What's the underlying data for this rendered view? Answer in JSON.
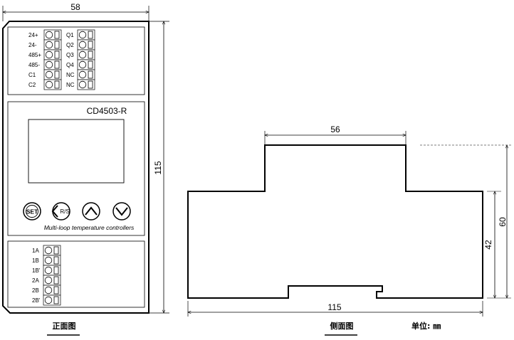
{
  "front_view": {
    "dim_width": "58",
    "dim_height": "115",
    "top_terminals": {
      "left_labels": [
        "24+",
        "24-",
        "485+",
        "485-",
        "C1",
        "C2"
      ],
      "right_labels": [
        "Q1",
        "Q2",
        "Q3",
        "Q4",
        "NC",
        "NC"
      ]
    },
    "model": "CD4503-R",
    "buttons": {
      "set": "SET",
      "rs": "R/S"
    },
    "subtitle": "Multi-loop temperature controllers",
    "bottom_terminals": {
      "labels": [
        "1A",
        "1B",
        "1B'",
        "2A",
        "2B",
        "2B'"
      ]
    },
    "caption": "正面图"
  },
  "side_view": {
    "dim_top": "56",
    "dim_width": "115",
    "dim_height_42": "42",
    "dim_height_60": "60",
    "caption": "侧面图"
  },
  "unit_note": "单位: ㎜"
}
